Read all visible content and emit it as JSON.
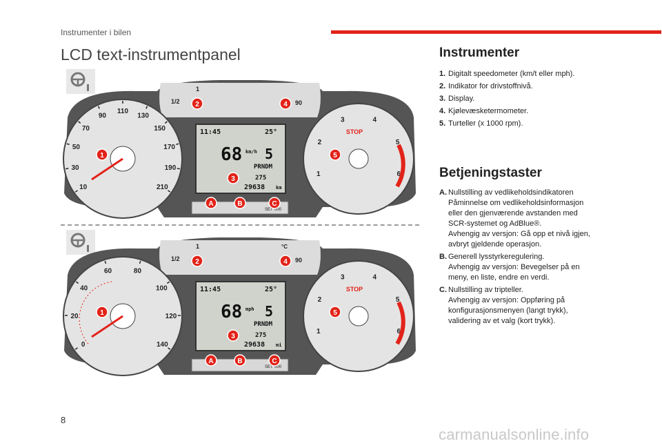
{
  "header": {
    "section": "Instrumenter i bilen",
    "accent_color": "#e2231a"
  },
  "page_title": "LCD text-instrumentpanel",
  "instruments": {
    "title": "Instrumenter",
    "items": [
      {
        "num": "1.",
        "text": "Digitalt speedometer (km/t eller mph)."
      },
      {
        "num": "2.",
        "text": "Indikator for drivstoffnivå."
      },
      {
        "num": "3.",
        "text": "Display."
      },
      {
        "num": "4.",
        "text": "Kjølevæsketermometer."
      },
      {
        "num": "5.",
        "text": "Turteller (x 1000 rpm)."
      }
    ]
  },
  "controls": {
    "title": "Betjeningstaster",
    "items": [
      {
        "num": "A.",
        "lines": [
          "Nullstilling av vedlikeholdsindikatoren",
          "Påminnelse om vedlikeholdsinformasjon",
          "eller den gjenværende avstanden med",
          "SCR-systemet og AdBlue®.",
          "Avhengig av versjon: Gå opp et nivå igjen,",
          "avbryt gjeldende operasjon."
        ]
      },
      {
        "num": "B.",
        "lines": [
          "Generell lysstyrkeregulering.",
          "Avhengig av versjon: Bevegelser på en",
          "meny, en liste, endre en verdi."
        ]
      },
      {
        "num": "C.",
        "lines": [
          "Nullstilling av tripteller.",
          "Avhengig av versjon: Oppføring på",
          "konfigurasjonsmenyen (langt trykk),",
          "validering av et valg (kort trykk)."
        ]
      }
    ]
  },
  "panels": [
    {
      "speed_ticks": [
        "10",
        "30",
        "50",
        "70",
        "90",
        "110",
        "130",
        "150",
        "170",
        "190",
        "210"
      ],
      "display": {
        "time": "11:45",
        "temp": "25°",
        "speed": "68",
        "speed_unit": "km/h",
        "gear": "5",
        "gearbox": "PRNDM",
        "range": "275",
        "odometer": "29638",
        "odo_unit": "km"
      },
      "markers": {
        "m1": "1",
        "m2": "2",
        "m3": "3",
        "m4": "4",
        "m5": "5",
        "a": "A",
        "b": "B",
        "c": "C"
      },
      "fuel": {
        "full": "1",
        "half": "1/2"
      },
      "coolant": {
        "high": "90"
      },
      "rpm_ticks": [
        "1",
        "2",
        "3",
        "4",
        "5",
        "6"
      ],
      "stop": "STOP",
      "buttons": {
        "set": "SET",
        "ooo": "000"
      }
    },
    {
      "speed_ticks": [
        "0",
        "20",
        "40",
        "60",
        "80",
        "100",
        "120",
        "140"
      ],
      "display": {
        "time": "11:45",
        "temp": "25°",
        "speed": "68",
        "speed_unit": "mph",
        "gear": "5",
        "gearbox": "PRNDM",
        "range": "275",
        "odometer": "29638",
        "odo_unit": "mi"
      },
      "markers": {
        "m1": "1",
        "m2": "2",
        "m3": "3",
        "m4": "4",
        "m5": "5",
        "a": "A",
        "b": "B",
        "c": "C"
      },
      "fuel": {
        "full": "1",
        "half": "1/2"
      },
      "coolant": {
        "high": "90",
        "unit": "°C"
      },
      "rpm_ticks": [
        "1",
        "2",
        "3",
        "4",
        "5",
        "6"
      ],
      "stop": "STOP",
      "buttons": {
        "set": "SET",
        "ooo": "000"
      }
    }
  ],
  "page_number": "8",
  "watermark": "carmanualsonline.info"
}
